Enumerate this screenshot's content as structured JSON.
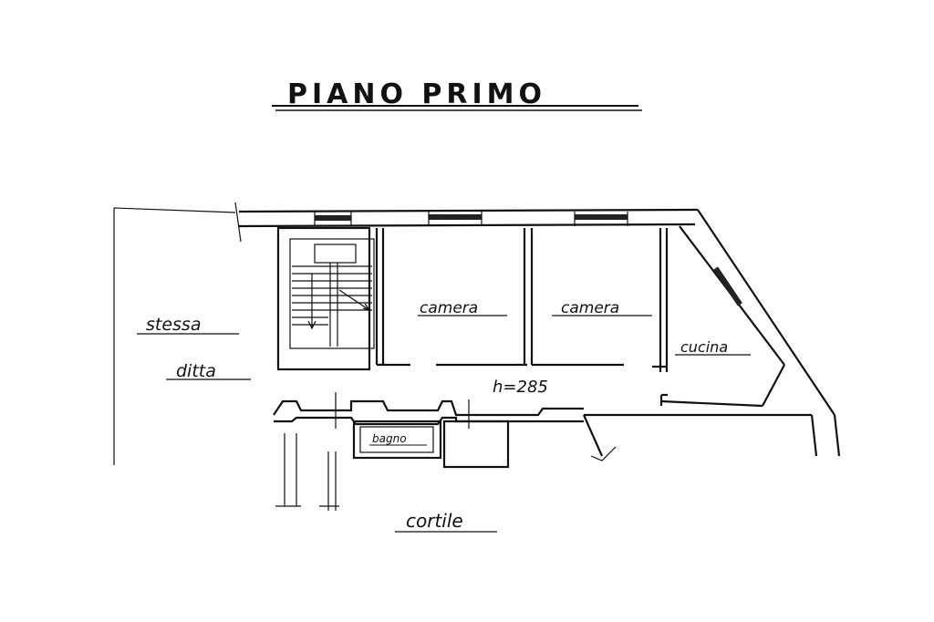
{
  "plan": {
    "title": "PIANO PRIMO",
    "rooms": [
      {
        "id": "camera-1",
        "label": "camera"
      },
      {
        "id": "camera-2",
        "label": "camera"
      },
      {
        "id": "cucina",
        "label": "cucina"
      },
      {
        "id": "bagno",
        "label": "bagno"
      }
    ],
    "neighbor_label_1": "stessa",
    "neighbor_label_2": "ditta",
    "courtyard_label": "cortile",
    "ceiling_height": "h=285"
  }
}
